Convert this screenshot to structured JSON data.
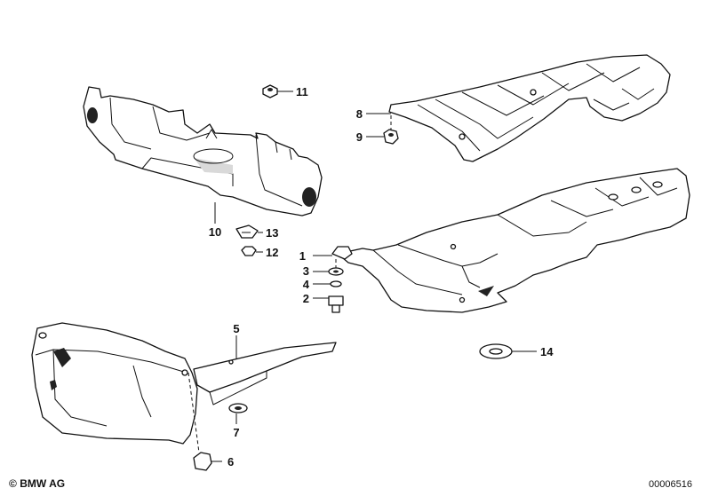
{
  "callouts": {
    "c1": "1",
    "c2": "2",
    "c3": "3",
    "c4": "4",
    "c5": "5",
    "c6": "6",
    "c7": "7",
    "c8": "8",
    "c9": "9",
    "c10": "10",
    "c11": "11",
    "c12": "12",
    "c13": "13",
    "c14": "14"
  },
  "footer": {
    "copyright_symbol": "©",
    "copyright": "BMW AG",
    "doc_number": "00006516"
  }
}
